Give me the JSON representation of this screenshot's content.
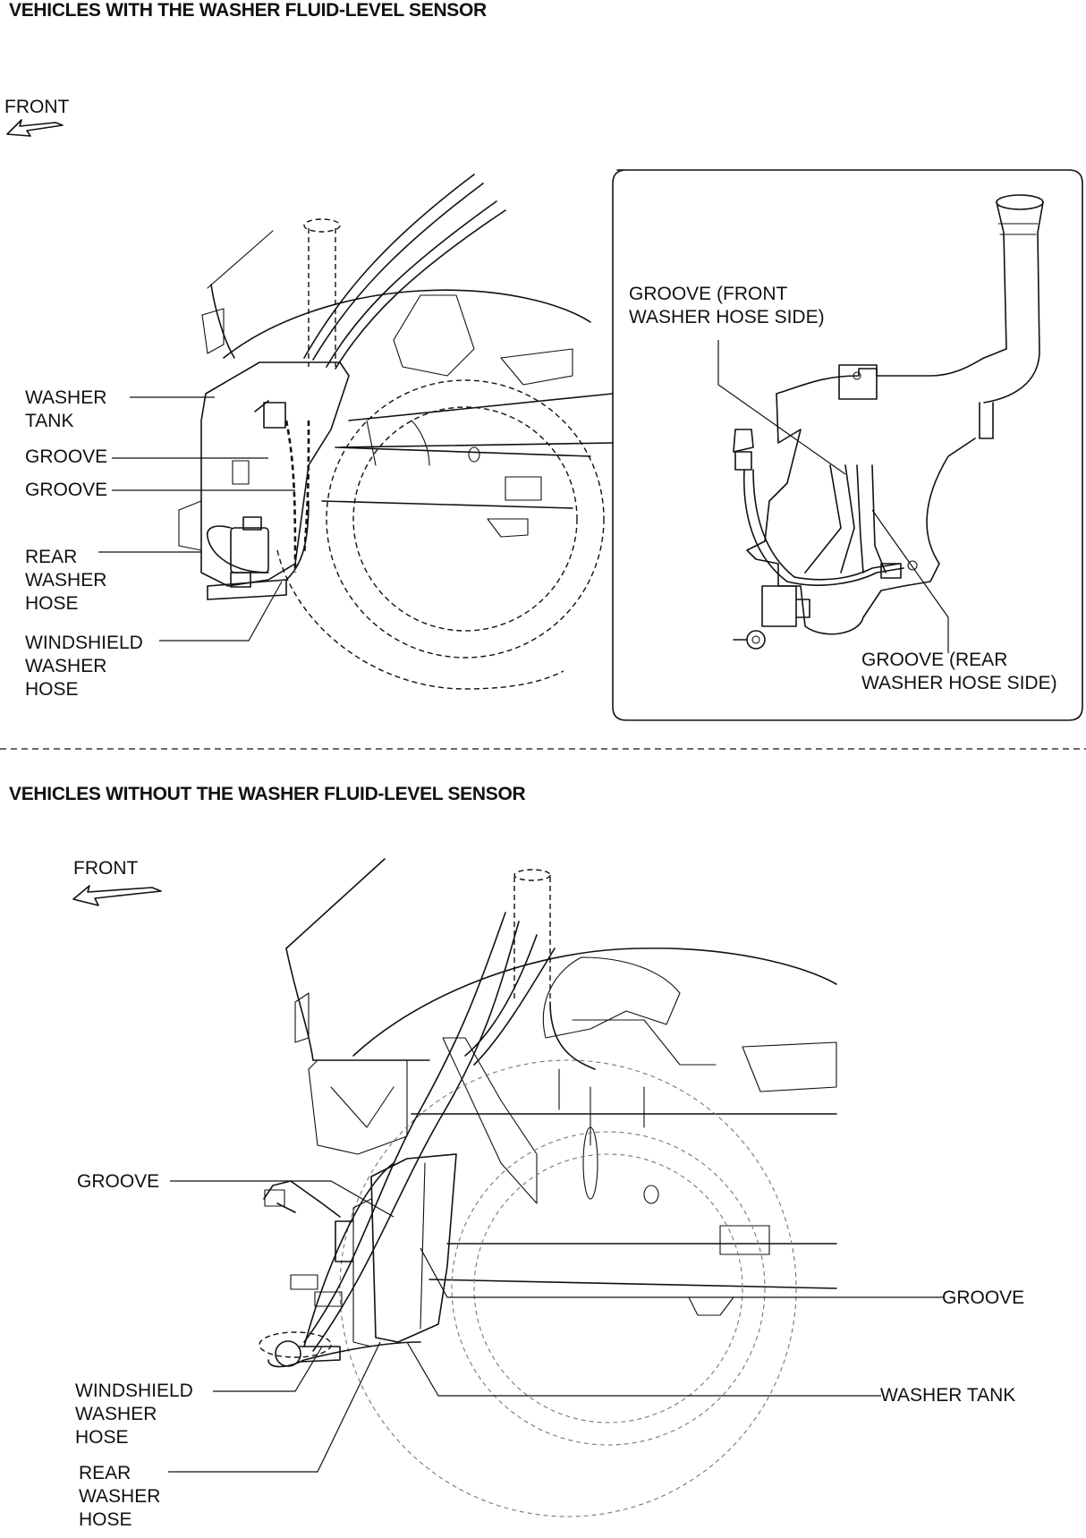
{
  "top_section": {
    "title": "VEHICLES WITH THE WASHER FLUID-LEVEL SENSOR",
    "front_label": "FRONT",
    "labels": {
      "washer_tank": "WASHER\nTANK",
      "groove_1": "GROOVE",
      "groove_2": "GROOVE",
      "rear_washer_hose": "REAR\nWASHER\nHOSE",
      "windshield_washer_hose": "WINDSHIELD\nWASHER\nHOSE"
    },
    "detail": {
      "groove_front": "GROOVE (FRONT\nWASHER HOSE SIDE)",
      "groove_rear": "GROOVE (REAR\nWASHER HOSE SIDE)"
    }
  },
  "bottom_section": {
    "title": "VEHICLES WITHOUT THE WASHER FLUID-LEVEL SENSOR",
    "front_label": "FRONT",
    "labels": {
      "groove_left": "GROOVE",
      "groove_right": "GROOVE",
      "washer_tank": "WASHER TANK",
      "windshield_washer_hose": "WINDSHIELD\nWASHER\nHOSE",
      "rear_washer_hose": "REAR\nWASHER\nHOSE"
    }
  }
}
